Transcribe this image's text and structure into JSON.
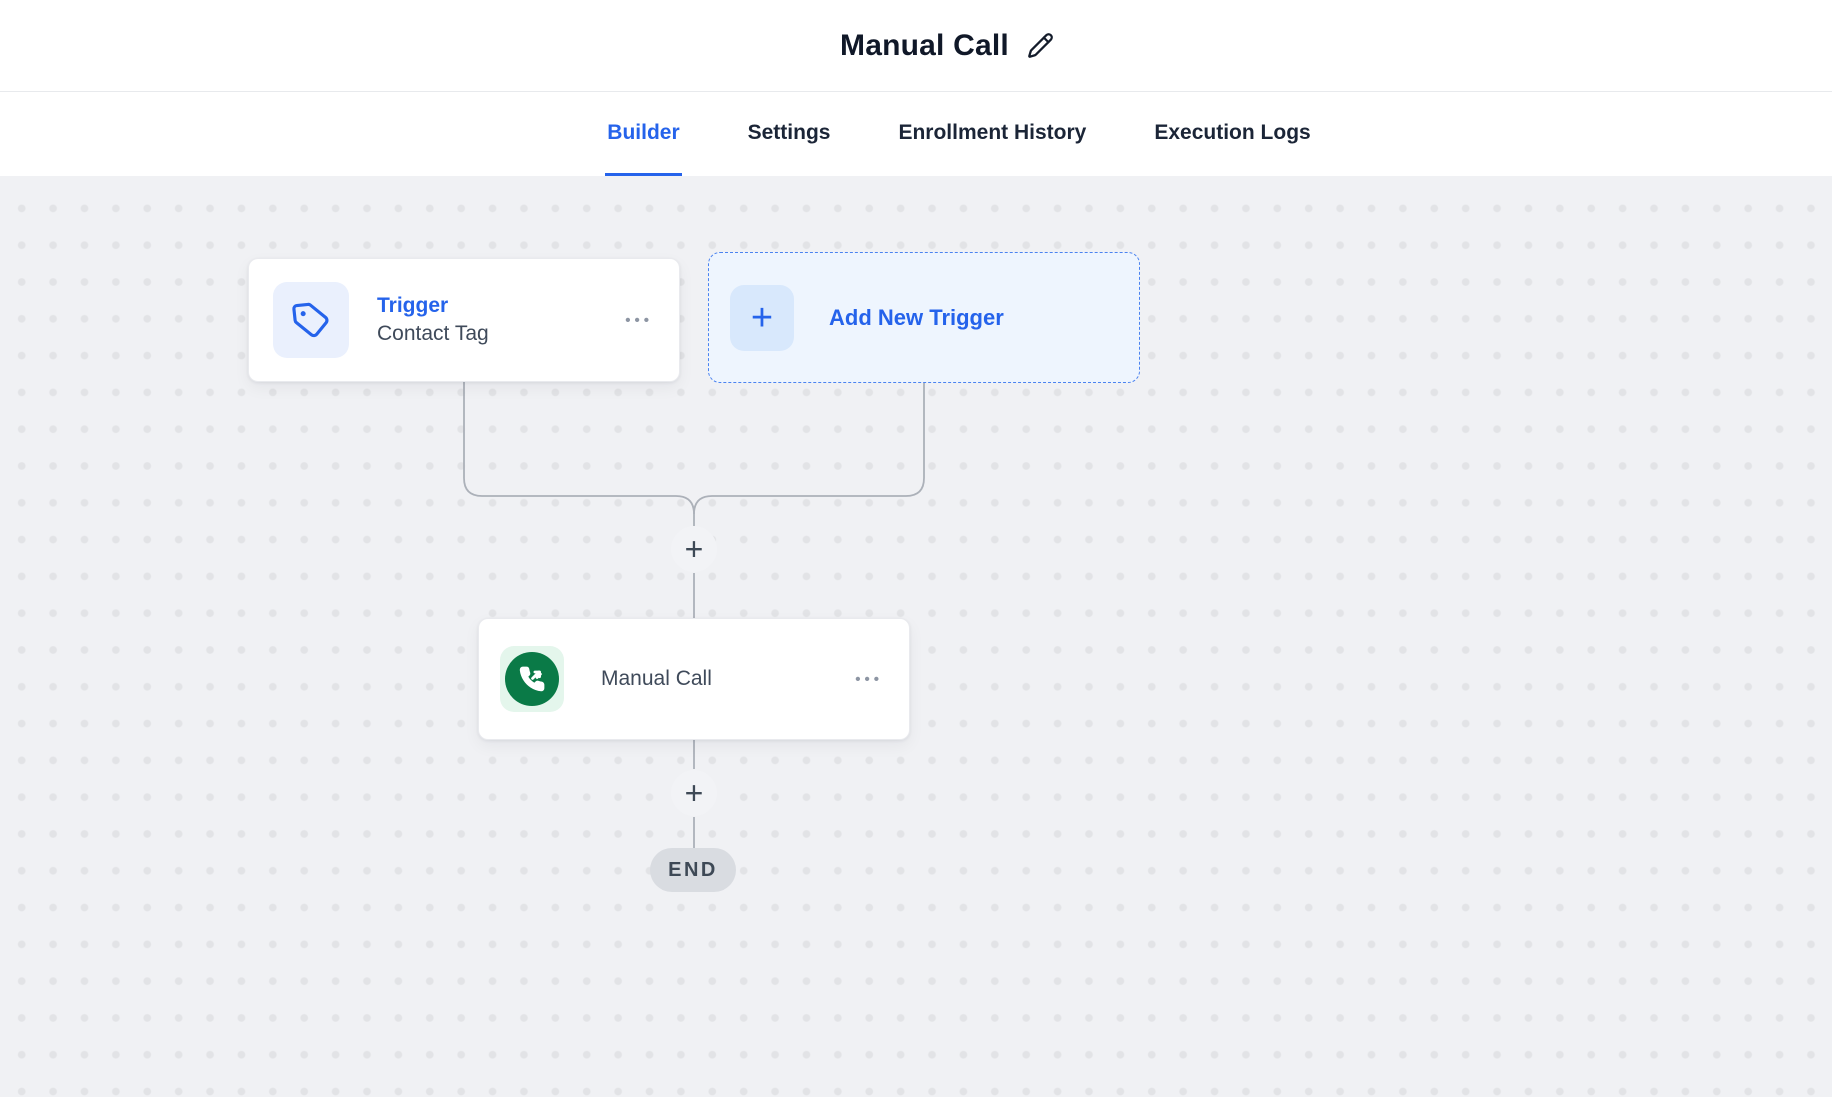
{
  "header": {
    "title": "Manual Call"
  },
  "tabs": {
    "active": "Builder",
    "items": [
      {
        "label": "Builder"
      },
      {
        "label": "Settings"
      },
      {
        "label": "Enrollment History"
      },
      {
        "label": "Execution Logs"
      }
    ]
  },
  "canvas": {
    "trigger_card": {
      "title": "Trigger",
      "subtitle": "Contact Tag",
      "menu_icon": "•••",
      "icon": "tag-icon"
    },
    "add_trigger_card": {
      "plus": "+",
      "label": "Add New Trigger",
      "icon": "plus-icon"
    },
    "action_card": {
      "label": "Manual Call",
      "menu_icon": "•••",
      "icon": "phone-outgoing-icon"
    },
    "insert_plus_top": "+",
    "insert_plus_bottom": "+",
    "end_label": "END"
  },
  "colors": {
    "blue": "#2563EB",
    "ink": "#101828",
    "tab-ink": "#1B2537",
    "canvas-bg": "#F0F1F4",
    "line": "#ACB1B9",
    "green": "#0A7A47",
    "mint": "#E4F6EC",
    "end-bg": "#D9DCE1",
    "add-bg": "#EEF5FE",
    "add-border": "#4B83F0"
  }
}
